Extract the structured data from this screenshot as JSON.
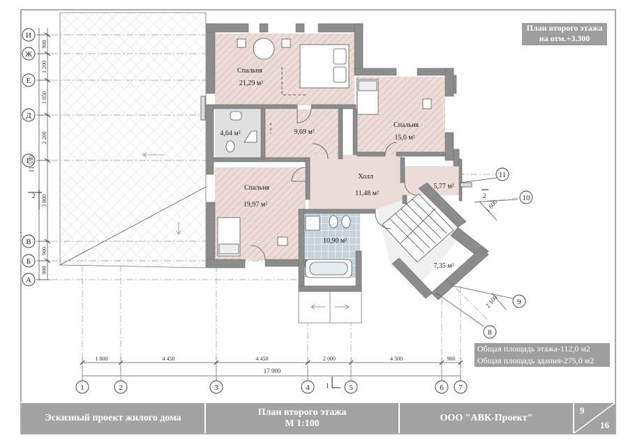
{
  "sheet_title": {
    "line1": "План второго этажа",
    "line2": "на отм.+3.300"
  },
  "rows": [
    {
      "label": "И",
      "dim": "900"
    },
    {
      "label": "Ж",
      "dim": "1 200"
    },
    {
      "label": "Е",
      "dim": "1 650"
    },
    {
      "label": "Д",
      "dim": "2 200"
    },
    {
      "label": "Г",
      "dim": "3 800"
    },
    {
      "label": "В",
      "dim": "900"
    },
    {
      "label": "Б",
      "dim": "900"
    },
    {
      "label": "А",
      "dim": ""
    }
  ],
  "row_total": "11 550",
  "columns": [
    {
      "label": "1",
      "dim": "1 800"
    },
    {
      "label": "2",
      "dim": "4 450"
    },
    {
      "label": "3",
      "dim": "4 450"
    },
    {
      "label": "4",
      "dim": "2 000"
    },
    {
      "label": "5",
      "dim": "4 300"
    },
    {
      "label": "6",
      "dim": "900"
    },
    {
      "label": "7",
      "dim": ""
    }
  ],
  "col_total": "17 900",
  "diag_axes": [
    "11",
    "10",
    "9",
    "8"
  ],
  "diag_dims": [
    "1 600",
    "2 100"
  ],
  "section_marks": {
    "left": "2",
    "right": "2",
    "bottom": "1"
  },
  "rooms": [
    {
      "name": "Спальня",
      "area": "21,29 м²"
    },
    {
      "name": "",
      "area": "4,64 м²"
    },
    {
      "name": "",
      "area": "9,69 м²"
    },
    {
      "name": "Спальня",
      "area": "15,0 м²"
    },
    {
      "name": "Холл",
      "area": "11,48 м²"
    },
    {
      "name": "",
      "area": "5,77 м²"
    },
    {
      "name": "Спальня",
      "area": "19,97 м²"
    },
    {
      "name": "",
      "area": "10,90 м²"
    },
    {
      "name": "",
      "area": "7,35 м²"
    }
  ],
  "area_notes": [
    "Общая площадь этажа-112,0 м2",
    "Общая площадь здания-275,0 м2"
  ],
  "title_block": {
    "project": "Эскизный проект жилого дома",
    "drawing_line1": "План второго этажа",
    "drawing_line2": "М 1:100",
    "company": "ООО  \"АВК-Проект\"",
    "sheet": "9",
    "sheets": "16"
  },
  "colors": {
    "wall": "#8c8c8c",
    "room_fill": "#e8d6d2",
    "bath_fill": "#c8d4dc",
    "hatch": "#c9a9a3",
    "title_bg": "#a3a3a3"
  }
}
